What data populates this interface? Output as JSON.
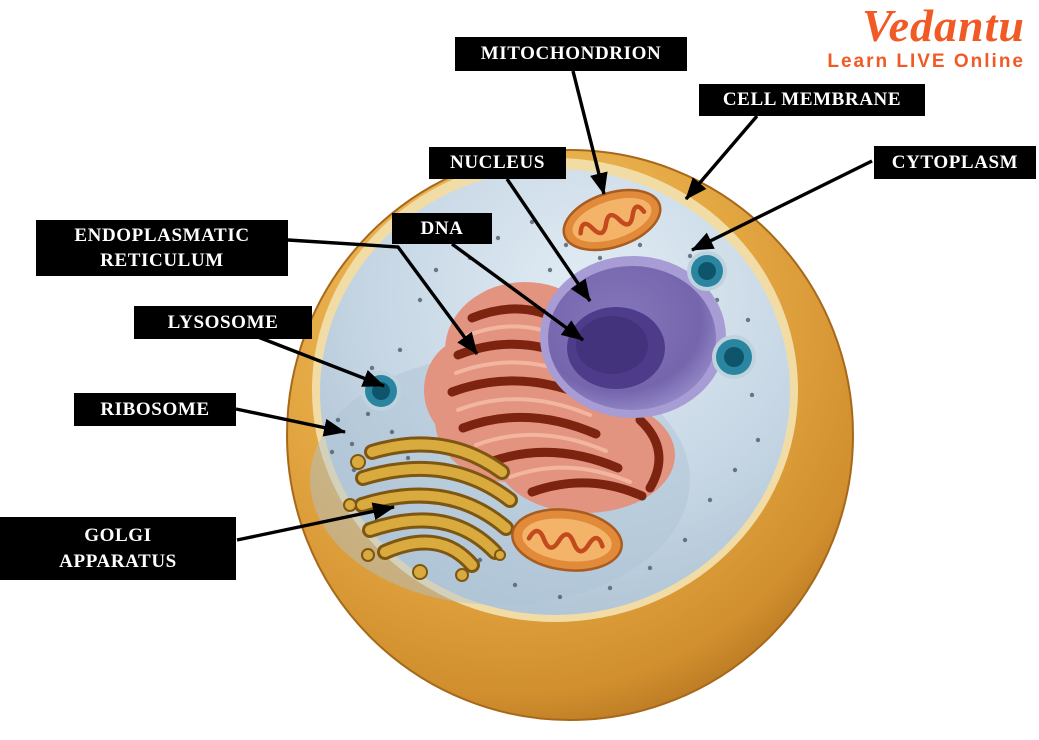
{
  "brand": {
    "name": "Vedantu",
    "tagline": "Learn LIVE Online",
    "color": "#f15a24"
  },
  "diagram": {
    "subject": "Animal cell structure diagram",
    "labels": [
      {
        "id": "mitochondrion",
        "text": "MITOCHONDRION"
      },
      {
        "id": "cell-membrane",
        "text": "CELL MEMBRANE"
      },
      {
        "id": "cytoplasm",
        "text": "CYTOPLASM"
      },
      {
        "id": "nucleus",
        "text": "NUCLEUS"
      },
      {
        "id": "dna",
        "text": "DNA"
      },
      {
        "id": "endoplasmatic-reticulum",
        "text": "ENDOPLASMATIC\nRETICULUM"
      },
      {
        "id": "lysosome",
        "text": "LYSOSOME"
      },
      {
        "id": "ribosome",
        "text": "RIBOSOME"
      },
      {
        "id": "golgi-apparatus",
        "text": "GOLGI\nAPPARATUS"
      }
    ],
    "label_style": {
      "background": "#000000",
      "text_color": "#ffffff"
    },
    "colors": {
      "membrane_gold": "#e4a843",
      "cut_rim_cream": "#f2dca6",
      "cytoplasm_blue": "#c6d6e4",
      "nucleus_purple": "#7565ad",
      "nucleolus_purple": "#4e3c8b",
      "er_salmon": "#e29480",
      "er_crevice_red": "#7c2410",
      "golgi_gold": "#d9ab3f",
      "mitochondrion_orange": "#e08a3a",
      "lysosome_teal": "#2a86a0",
      "arrow_black": "#000000"
    }
  }
}
